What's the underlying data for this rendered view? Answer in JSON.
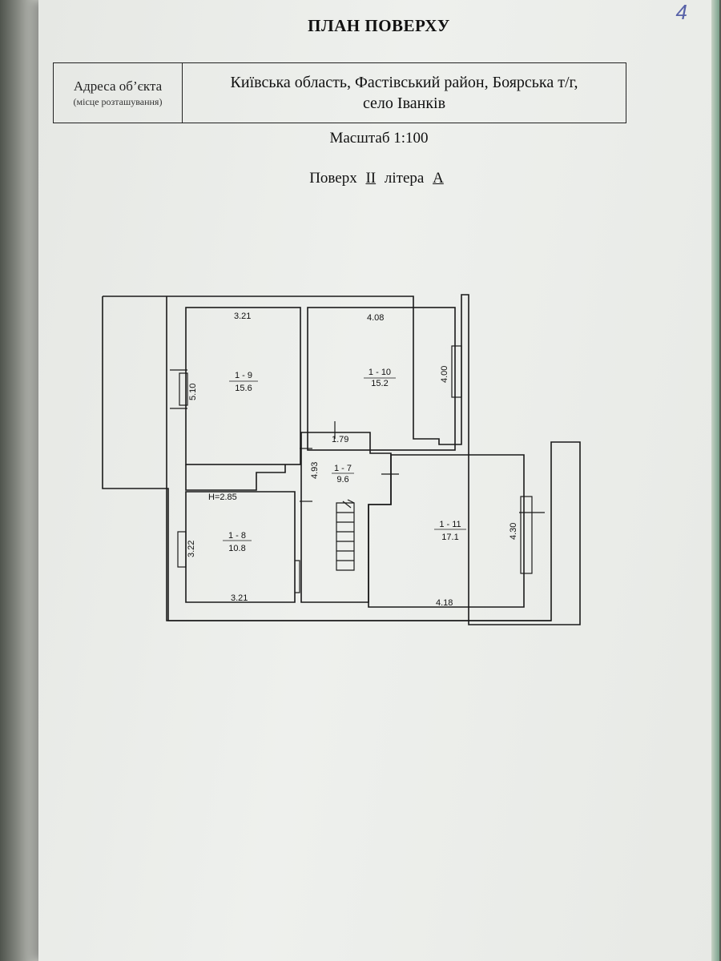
{
  "document": {
    "title": "ПЛАН ПОВЕРХУ",
    "corner_mark": "4",
    "address_label": "Адреса об’єкта",
    "address_sublabel": "(місце розташування)",
    "address_value": "Київська область, Фастівський район, Боярська т/г, село Іванків",
    "scale": "Масштаб 1:100",
    "floor_prefix": "Поверх",
    "floor_number": "II",
    "letter_prefix": "літера",
    "letter_value": "А"
  },
  "plan": {
    "rooms": [
      {
        "id": "1 - 9",
        "area": "15.6"
      },
      {
        "id": "1 - 10",
        "area": "15.2"
      },
      {
        "id": "1 - 7",
        "area": "9.6"
      },
      {
        "id": "1 - 8",
        "area": "10.8"
      },
      {
        "id": "1 - 11",
        "area": "17.1"
      }
    ],
    "dimensions": {
      "room9_top": "3.21",
      "room9_side": "5.10",
      "room10_top": "4.08",
      "room10_side": "4.00",
      "room7_top": "1.79",
      "room7_side": "4.93",
      "height_label": "H=2.85",
      "room8_side": "3.22",
      "room8_bottom": "3.21",
      "room11_side": "4.30",
      "room11_bottom": "4.18"
    }
  }
}
